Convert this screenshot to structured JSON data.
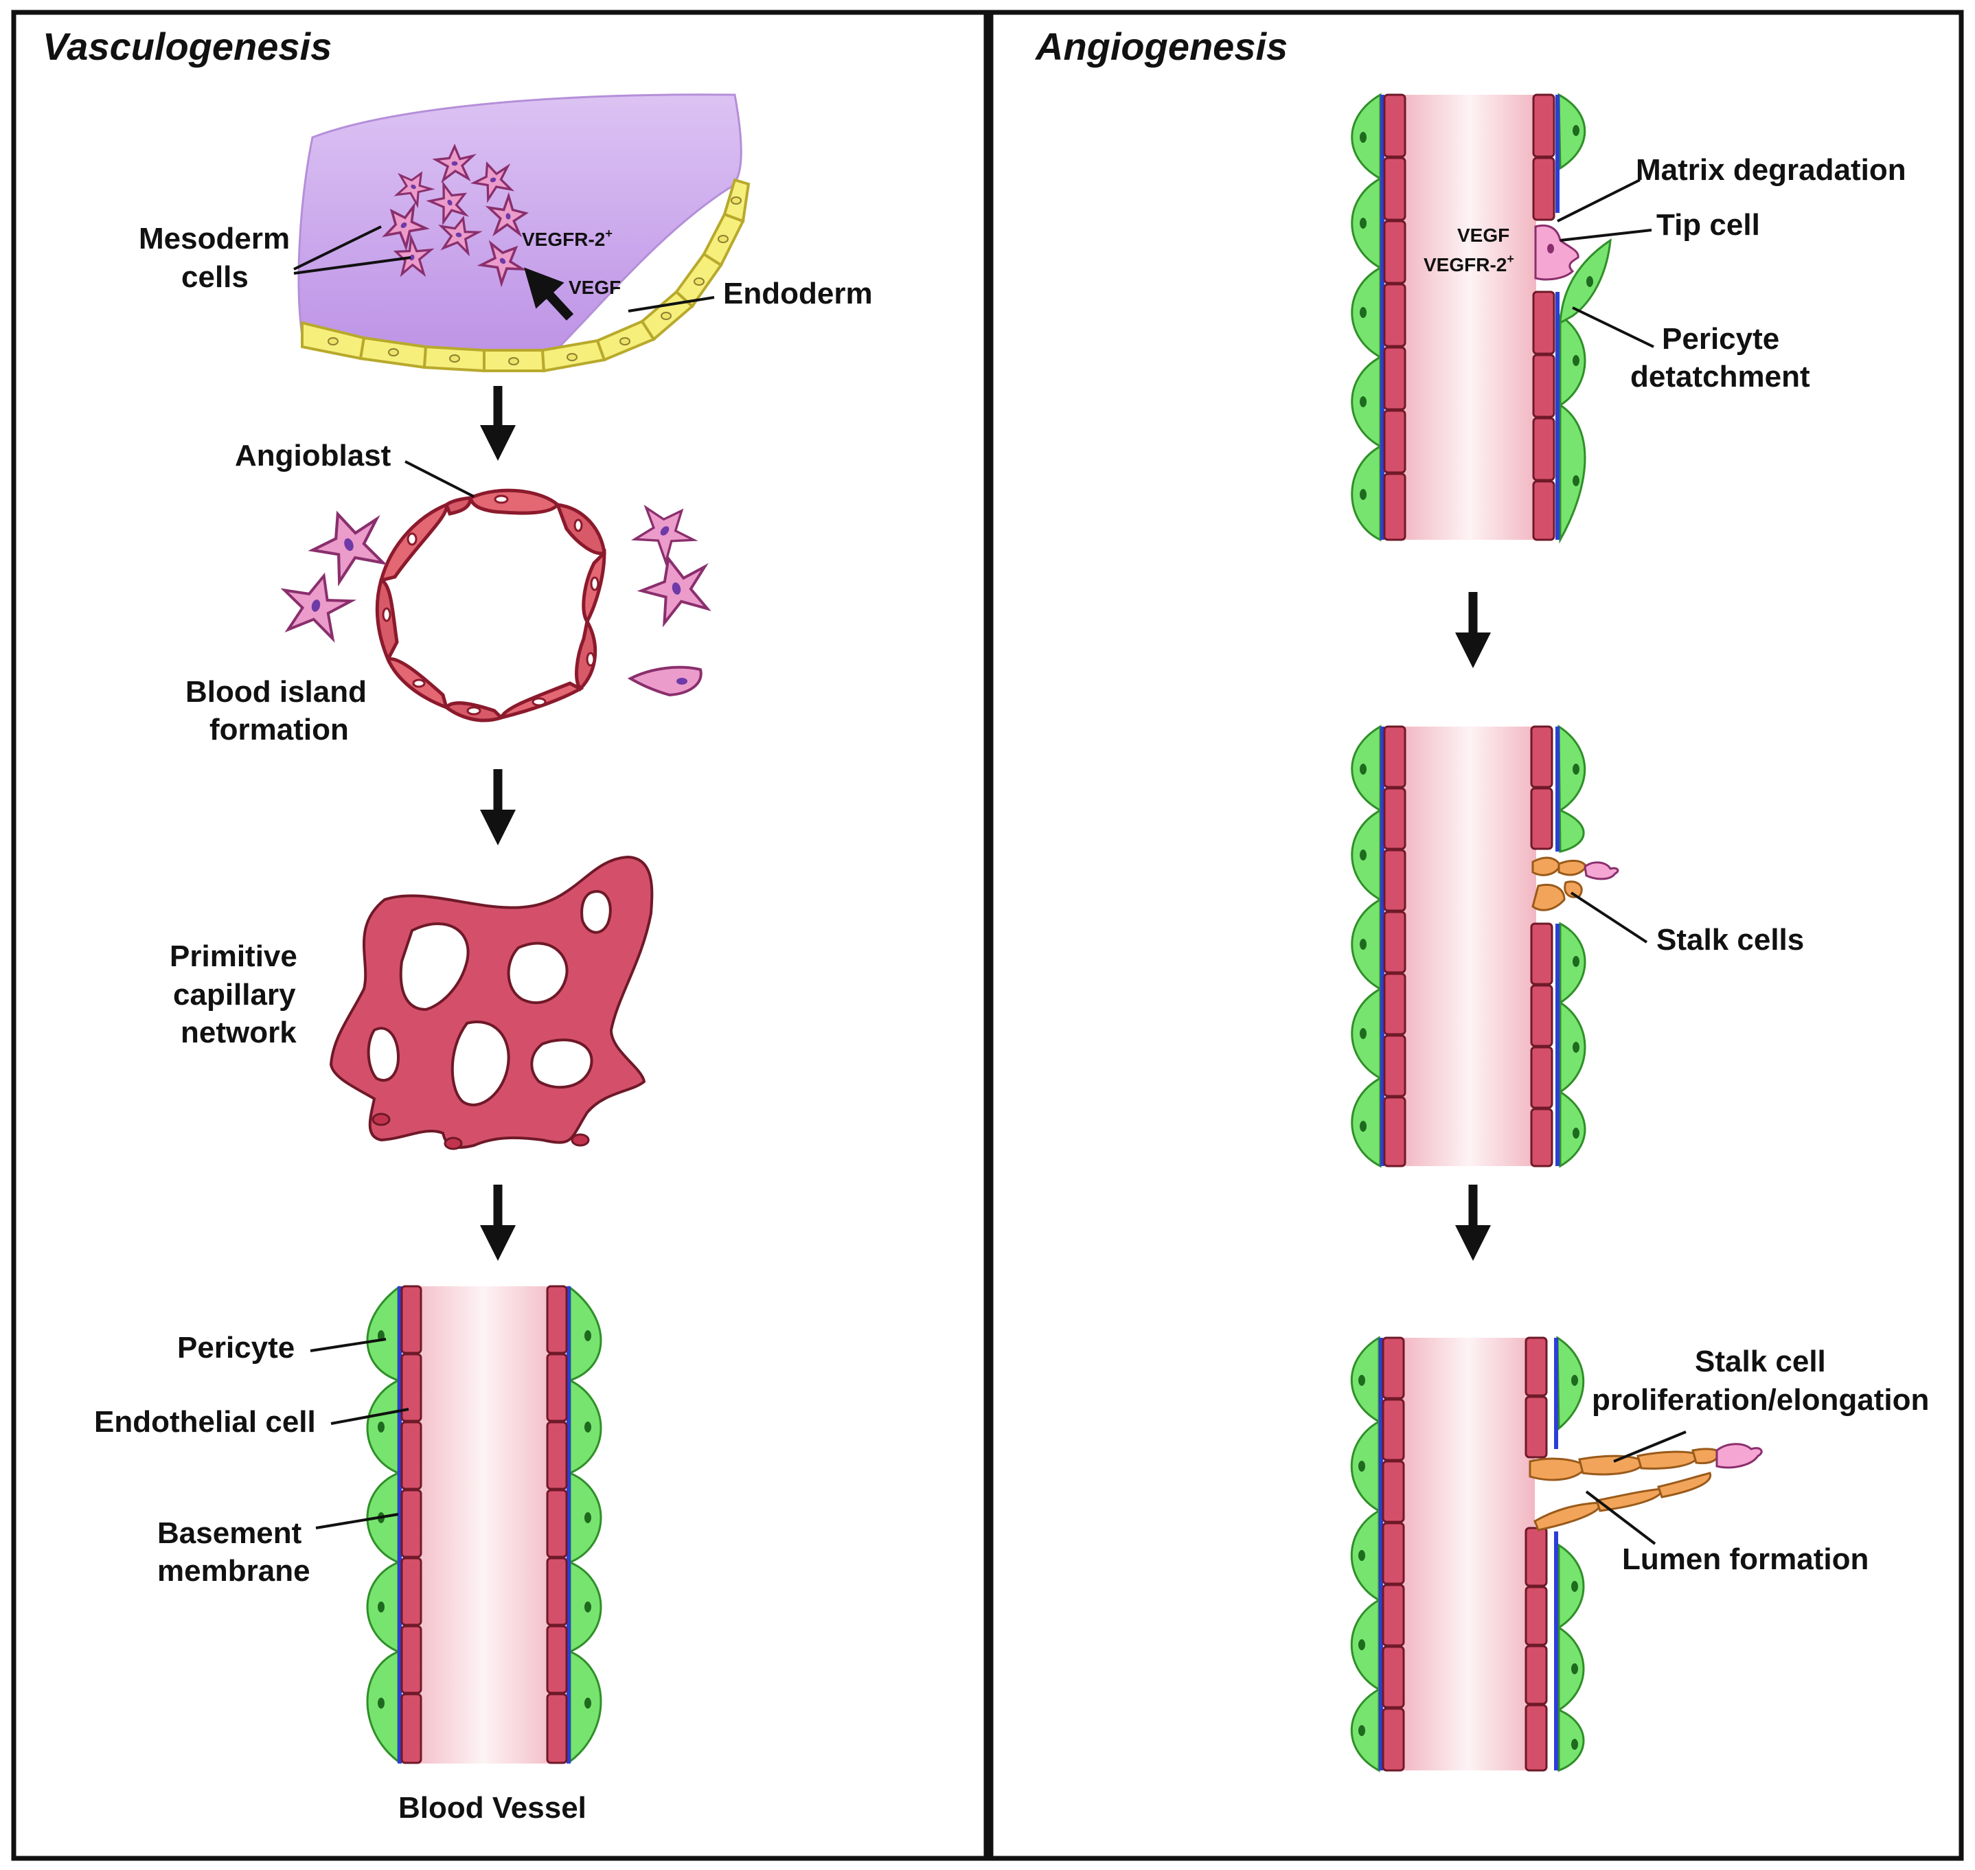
{
  "panels": {
    "left": {
      "title": "Vasculogenesis",
      "labels": {
        "mesoderm_1": "Mesoderm",
        "mesoderm_2": "cells",
        "vegfr2": "VEGFR-2",
        "vegfr2_sup": "+",
        "vegf": "VEGF",
        "endoderm": "Endoderm",
        "angioblast": "Angioblast",
        "blood_island_1": "Blood island",
        "blood_island_2": "formation",
        "primitive_1": "Primitive",
        "primitive_2": "capillary",
        "primitive_3": "network",
        "pericyte": "Pericyte",
        "endothelial": "Endothelial cell",
        "basement_1": "Basement",
        "basement_2": "membrane",
        "blood_vessel": "Blood Vessel"
      }
    },
    "right": {
      "title": "Angiogenesis",
      "labels": {
        "matrix": "Matrix degradation",
        "tip": "Tip cell",
        "vegf": "VEGF",
        "vegfr2": "VEGFR-2",
        "vegfr2_sup": "+",
        "pericyte_1": "Pericyte",
        "pericyte_2": "detatchment",
        "stalk": "Stalk cells",
        "stalk_prolif_1": "Stalk cell",
        "stalk_prolif_2": "proliferation/elongation",
        "lumen": "Lumen formation"
      }
    }
  },
  "colors": {
    "endothelial": "#d4506a",
    "pericyte": "#77e46f",
    "basement_membrane": "#2b3fd6",
    "mesoderm_bg": "#c9a3ea",
    "endoderm": "#f6ef7c",
    "mesenchymal_cell": "#ec9ccb",
    "stalk_cell": "#f2a55a",
    "lumen": "#f7d3da"
  }
}
